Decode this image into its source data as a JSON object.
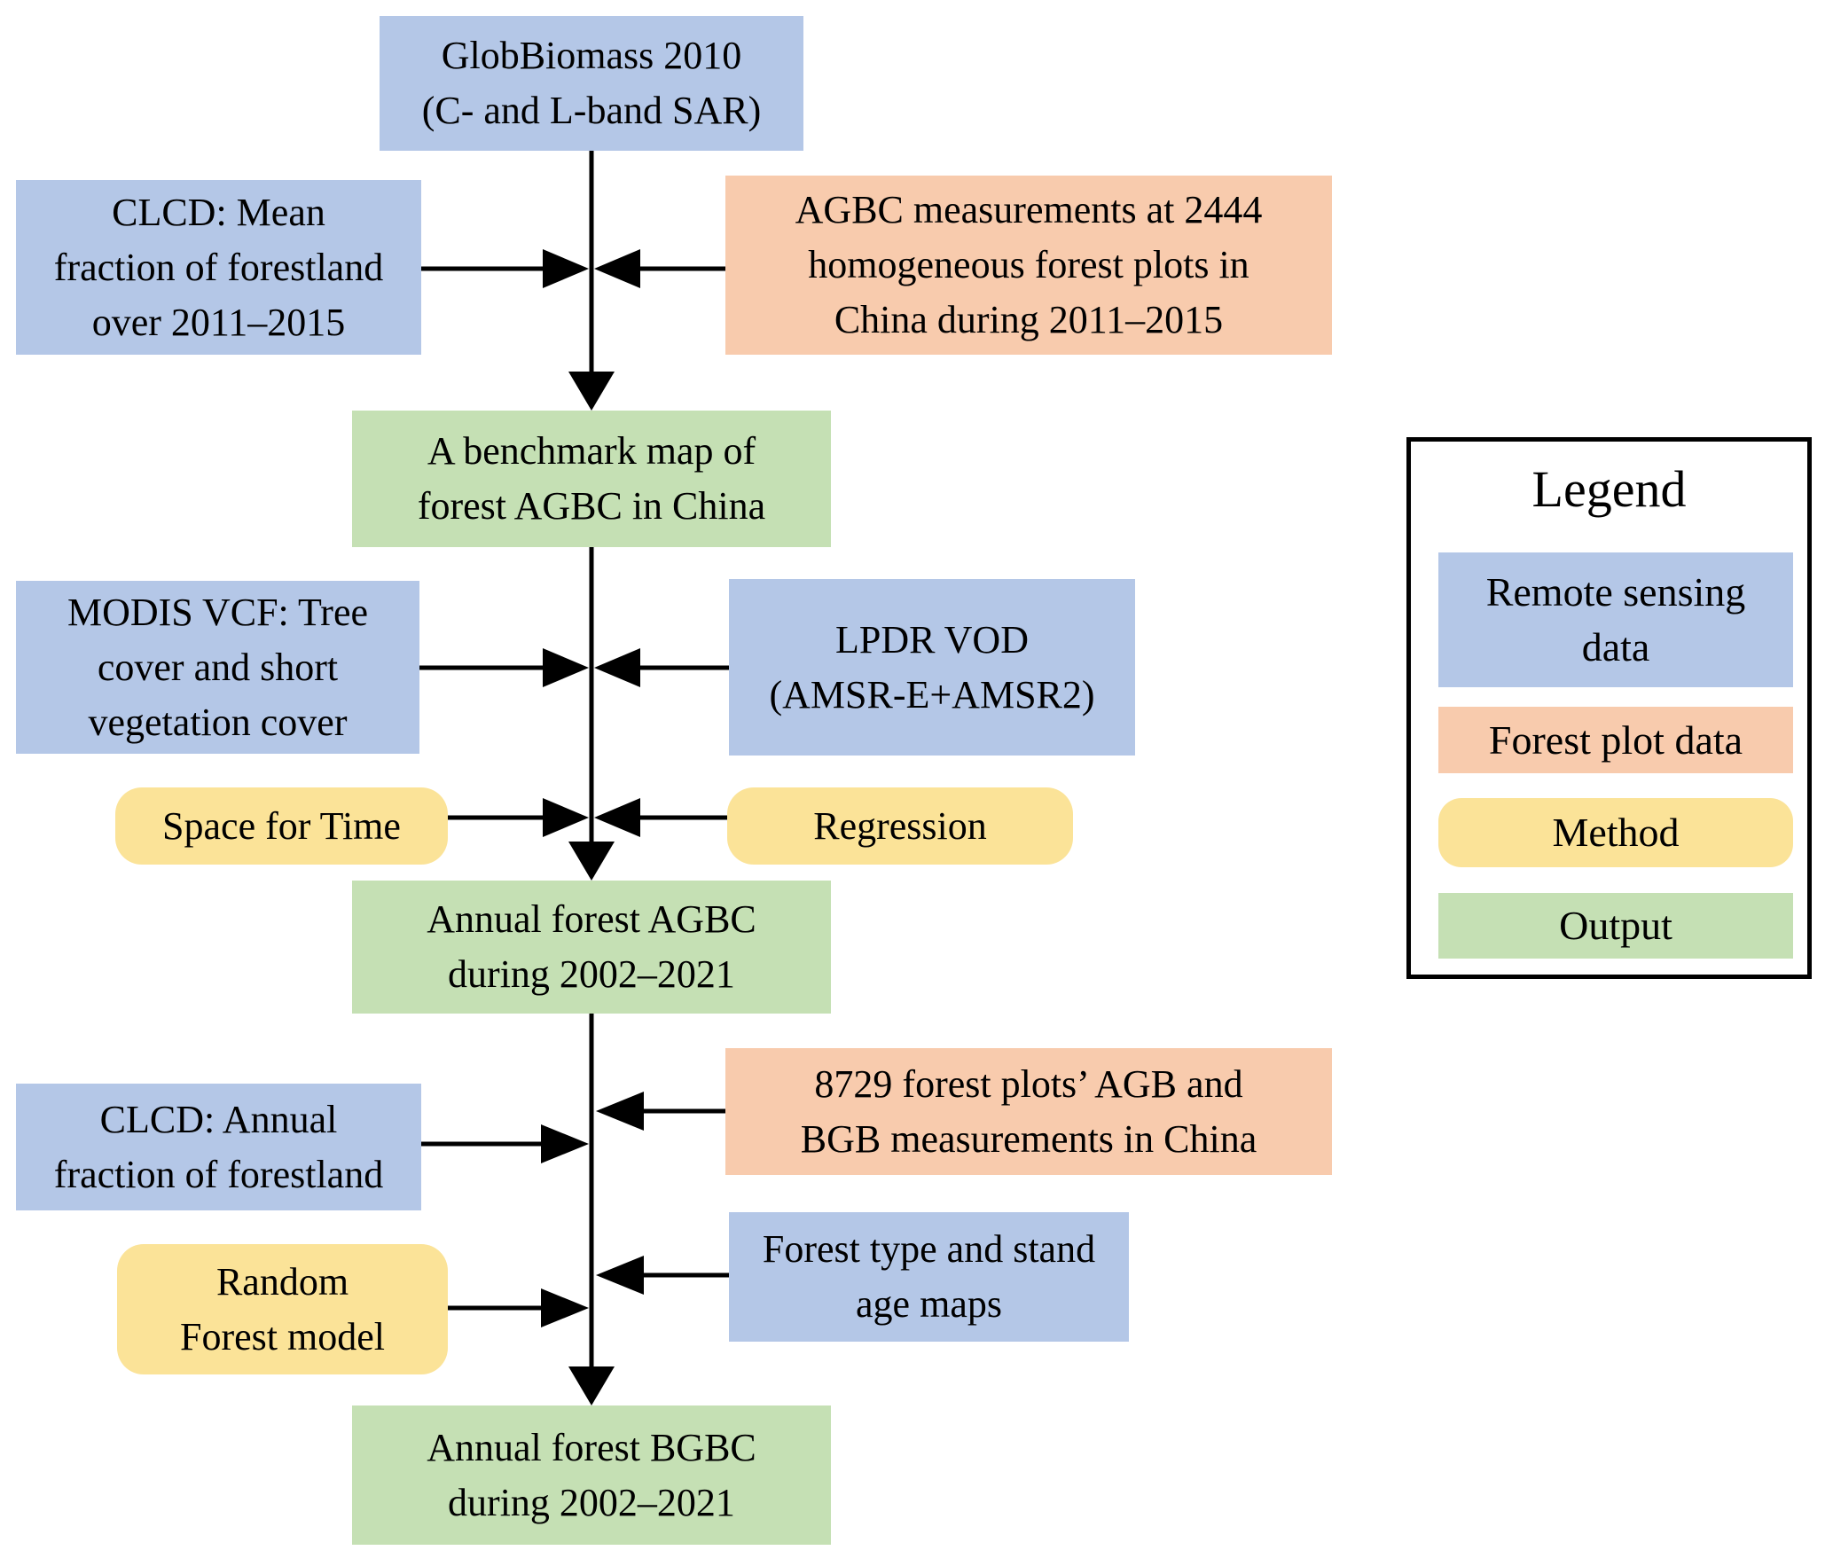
{
  "colors": {
    "remote_sensing": "#b4c7e7",
    "forest_plot": "#f8cbad",
    "method": "#fbe398",
    "output": "#c5e0b4",
    "arrow": "#000000",
    "text": "#000000"
  },
  "nodes": {
    "globbiomass": {
      "type": "remote_sensing",
      "lines": [
        "GlobBiomass 2010",
        "(C- and L-band SAR)"
      ]
    },
    "clcd_mean": {
      "type": "remote_sensing",
      "lines": [
        "CLCD: Mean",
        "fraction of forestland",
        "over 2011–2015"
      ]
    },
    "agbc_2444": {
      "type": "forest_plot",
      "lines": [
        "AGBC measurements at 2444",
        "homogeneous forest plots in",
        "China during 2011–2015"
      ]
    },
    "benchmark_map": {
      "type": "output",
      "lines": [
        "A benchmark map of",
        "forest AGBC in China"
      ]
    },
    "modis_vcf": {
      "type": "remote_sensing",
      "lines": [
        "MODIS VCF: Tree",
        "cover and short",
        "vegetation cover"
      ]
    },
    "lpdr_vod": {
      "type": "remote_sensing",
      "lines": [
        "LPDR VOD",
        "(AMSR-E+AMSR2)"
      ]
    },
    "space_for_time": {
      "type": "method",
      "lines": [
        "Space for Time"
      ]
    },
    "regression": {
      "type": "method",
      "lines": [
        "Regression"
      ]
    },
    "annual_agbc": {
      "type": "output",
      "lines": [
        "Annual forest AGBC",
        "during 2002–2021"
      ]
    },
    "clcd_annual": {
      "type": "remote_sensing",
      "lines": [
        "CLCD: Annual",
        "fraction of forestland"
      ]
    },
    "plots_8729": {
      "type": "forest_plot",
      "lines": [
        "8729 forest plots’ AGB and",
        "BGB measurements in China"
      ]
    },
    "random_forest": {
      "type": "method",
      "lines": [
        "Random",
        "Forest model"
      ]
    },
    "forest_type_age": {
      "type": "remote_sensing",
      "lines": [
        "Forest type and stand",
        "age maps"
      ]
    },
    "annual_bgbc": {
      "type": "output",
      "lines": [
        "Annual forest BGBC",
        "during 2002–2021"
      ]
    }
  },
  "legend": {
    "title": "Legend",
    "items": [
      {
        "key": "remote_sensing",
        "lines": [
          "Remote sensing",
          "data"
        ]
      },
      {
        "key": "forest_plot",
        "lines": [
          "Forest plot data"
        ]
      },
      {
        "key": "method",
        "lines": [
          "Method"
        ]
      },
      {
        "key": "output",
        "lines": [
          "Output"
        ]
      }
    ]
  }
}
